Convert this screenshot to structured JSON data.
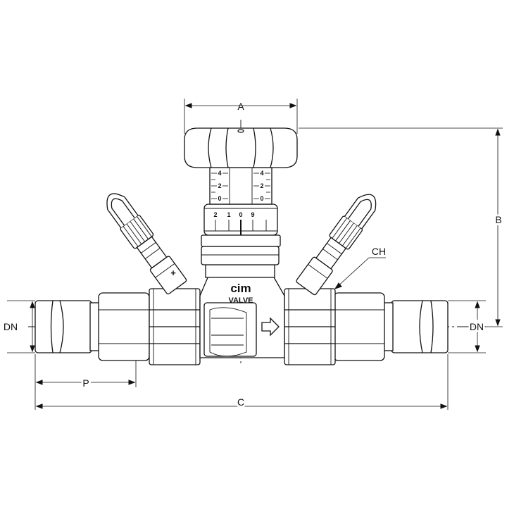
{
  "dimensions": {
    "a": "A",
    "b": "B",
    "c": "C",
    "p": "P",
    "ch": "CH",
    "dn_left": "DN",
    "dn_right": "DN"
  },
  "brand": {
    "logo": "cim",
    "name": "VALVE"
  },
  "scale": {
    "dial_numbers": [
      "2",
      "1",
      "0",
      "9"
    ],
    "left_marks": [
      "4",
      "2",
      "0"
    ],
    "right_marks": [
      "4",
      "2",
      "0"
    ]
  },
  "markings": {
    "minus_port": "+",
    "flow_arrow": "flow-direction-arrow"
  }
}
